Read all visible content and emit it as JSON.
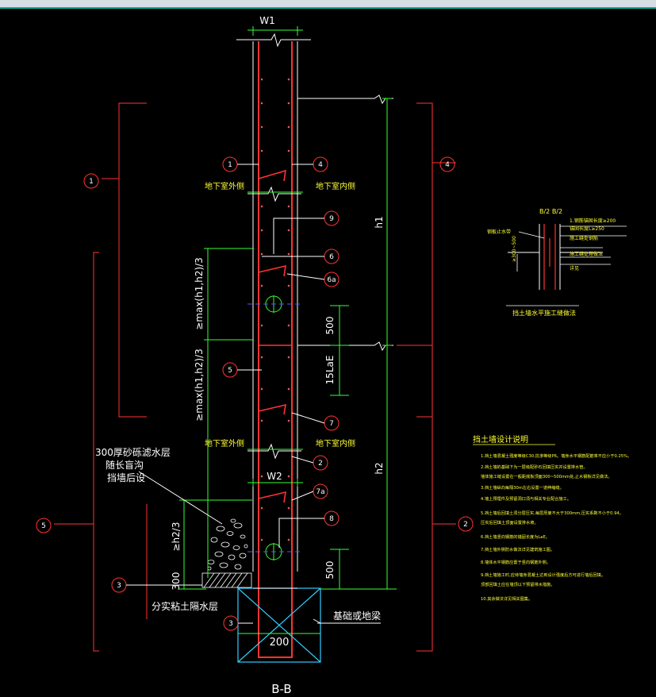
{
  "section_title": "B-B",
  "dimensions": {
    "w1": "W1",
    "w2": "W2",
    "h1": "h1",
    "h2": "h2",
    "max_upper": "≥max(h1,h2)/3",
    "max_lower": "≥max(h1,h2)/3",
    "lae": "15LaE",
    "d500_upper": "500",
    "d500_lower": "500",
    "h2_over_3": "≥h2/3",
    "d300": "300",
    "d200": "200"
  },
  "labels": {
    "basement_outer_upper": "地下室外侧",
    "basement_inner_upper": "地下室内侧",
    "basement_outer_lower": "地下室外侧",
    "basement_inner_lower": "地下室内侧",
    "gravel_layer_1": "300厚砂砾滤水层",
    "gravel_layer_2": "随长盲沟",
    "gravel_layer_3": "挡墙后设",
    "clay_layer": "分实粘土隔水层",
    "foundation": "基础或地梁"
  },
  "callouts": [
    "1",
    "2",
    "3",
    "4",
    "5",
    "6",
    "6a",
    "7",
    "7a",
    "8",
    "9"
  ],
  "detail": {
    "header": "B/2  B/2",
    "note1": "1.钢筋锚固长度≥200",
    "note2": "锚固长度L≥250",
    "note3": "钢板止水带",
    "note4": "施工缝处钢筋",
    "note5": "施工缝处理做法",
    "note6": "≥300~500",
    "note7": "详见",
    "title": "挡土墙水平施工缝做法"
  },
  "notes": {
    "title": "挡土墙设计说明",
    "items": [
      "1.挡土墙混凝土强度等级C30,抗渗等级P6。墙身水平钢筋配筋率不应小于0.25%。",
      "2.挡土墙的基础下为一层级配砂石回填压实并设置排水管。",
      "  墙体施工缝设置在一般距底板顶面300~500mm处,止水钢板详见做法。",
      "3.挡土墙纵向每隔30m左右设置一道伸缩缝。",
      "4.墙上预埋件及预留洞口须与相关专业配合施工。",
      "5.挡土墙后回填土须分层压实,每层厚度不大于300mm,压实系数不小于0.94。",
      "  压实后回填土顶面设置排水坡。",
      "6.挡土墙竖向钢筋的锚固长度为LaE。",
      "7.挡土墙外侧防水做法详见建筑施工图。",
      "8.墙体水平钢筋应置于竖向钢筋外侧。",
      "9.挡土墙施工时,应待墙身混凝土达到设计强度后方可进行墙后回填。",
      "  顶部回填土应在墙顶以下预留排水措施。",
      "10.其余做法详见相关图集。"
    ]
  },
  "colors": {
    "wall": "#ff3333",
    "dimension": "#33ff33",
    "text": "#ffffff",
    "notes": "#ffff33",
    "foundation": "#33ccff",
    "rebar": "#ff5050"
  }
}
